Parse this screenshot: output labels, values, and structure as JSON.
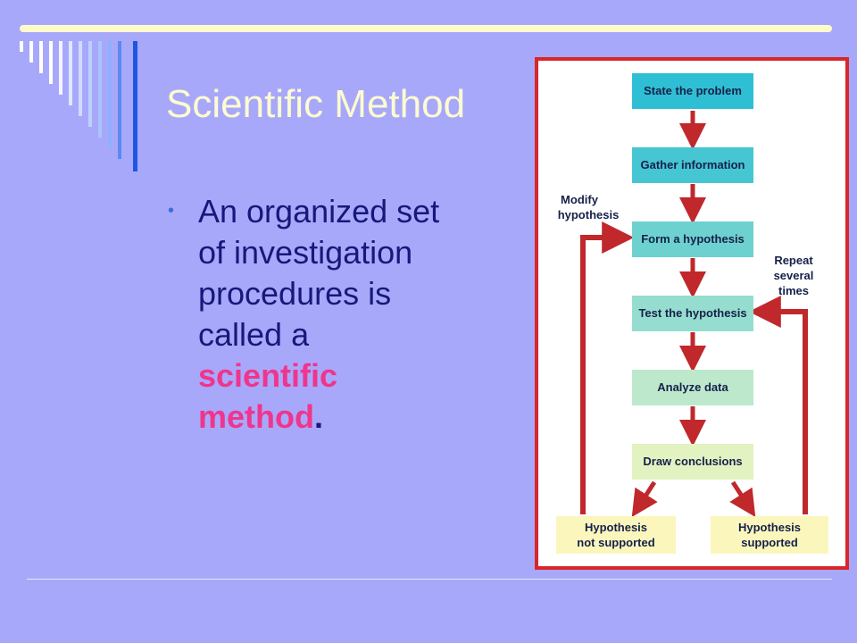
{
  "slide": {
    "title": "Scientific Method",
    "bullet": {
      "text_before": "An organized set of investigation procedures is called a ",
      "highlight": "scientific method",
      "text_after": "."
    }
  },
  "flowchart": {
    "steps": [
      "State the problem",
      "Gather information",
      "Form a hypothesis",
      "Test the hypothesis",
      "Analyze data",
      "Draw conclusions"
    ],
    "outcomes": [
      [
        "Hypothesis",
        "not supported"
      ],
      [
        "Hypothesis",
        "supported"
      ]
    ],
    "loop_labels": {
      "modify": [
        "Modify",
        "hypothesis"
      ],
      "repeat": [
        "Repeat",
        "several",
        "times"
      ]
    }
  },
  "colors": {
    "background": "#a8a8fb",
    "title": "#fdfbcf",
    "body_text": "#17187a",
    "highlight": "#f0358c",
    "arrow_red": "#c0282c",
    "panel_border": "#d8262a"
  }
}
